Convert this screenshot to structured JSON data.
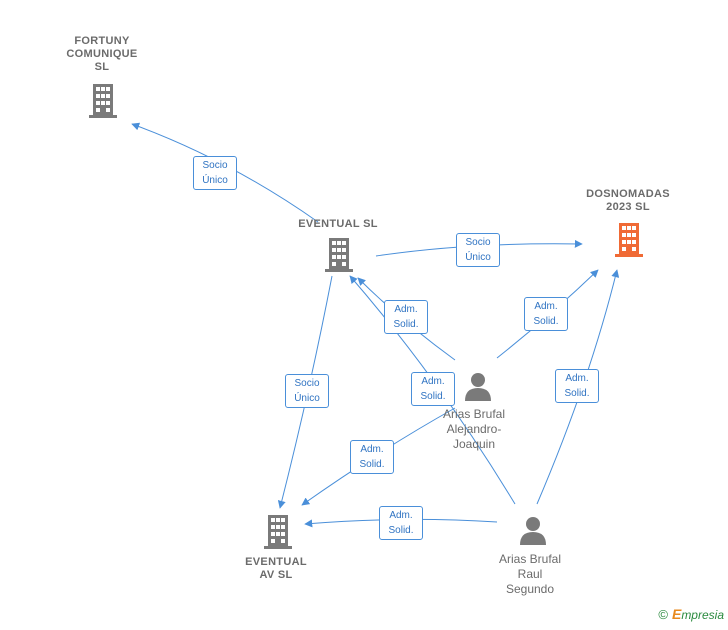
{
  "nodes": {
    "fortuny": {
      "label": "FORTUNY\nCOMUNIQUE\nSL",
      "icon": "building-icon",
      "color": "#7a7a7a"
    },
    "eventual": {
      "label": "EVENTUAL SL",
      "icon": "building-icon",
      "color": "#7a7a7a"
    },
    "dosnomadas": {
      "label": "DOSNOMADAS\n2023 SL",
      "icon": "building-icon",
      "color": "#f06a35"
    },
    "eventual_av": {
      "label": "EVENTUAL\nAV SL",
      "icon": "building-icon",
      "color": "#7a7a7a"
    },
    "alejandro": {
      "label": "Arias Brufal\nAlejandro-\nJoaquin",
      "icon": "person-icon",
      "color": "#7a7a7a"
    },
    "raul": {
      "label": "Arias Brufal\nRaul\nSegundo",
      "icon": "person-icon",
      "color": "#7a7a7a"
    }
  },
  "edges": [
    {
      "from": "eventual",
      "to": "fortuny",
      "label": "Socio\nÚnico"
    },
    {
      "from": "eventual",
      "to": "dosnomadas",
      "label": "Socio\nÚnico"
    },
    {
      "from": "eventual",
      "to": "eventual_av",
      "label": "Socio\nÚnico"
    },
    {
      "from": "alejandro",
      "to": "eventual",
      "label": "Adm.\nSolid."
    },
    {
      "from": "alejandro",
      "to": "dosnomadas",
      "label": "Adm.\nSolid."
    },
    {
      "from": "alejandro",
      "to": "eventual_av",
      "label": "Adm.\nSolid."
    },
    {
      "from": "raul",
      "to": "eventual",
      "label": "Adm.\nSolid."
    },
    {
      "from": "raul",
      "to": "dosnomadas",
      "label": "Adm.\nSolid."
    },
    {
      "from": "raul",
      "to": "eventual_av",
      "label": "Adm.\nSolid."
    }
  ],
  "colors": {
    "edge": "#4a8fd9",
    "text": "#6b6b6b"
  },
  "footer": {
    "copyright": "©",
    "brand_initial": "E",
    "brand_rest": "mpresia"
  }
}
